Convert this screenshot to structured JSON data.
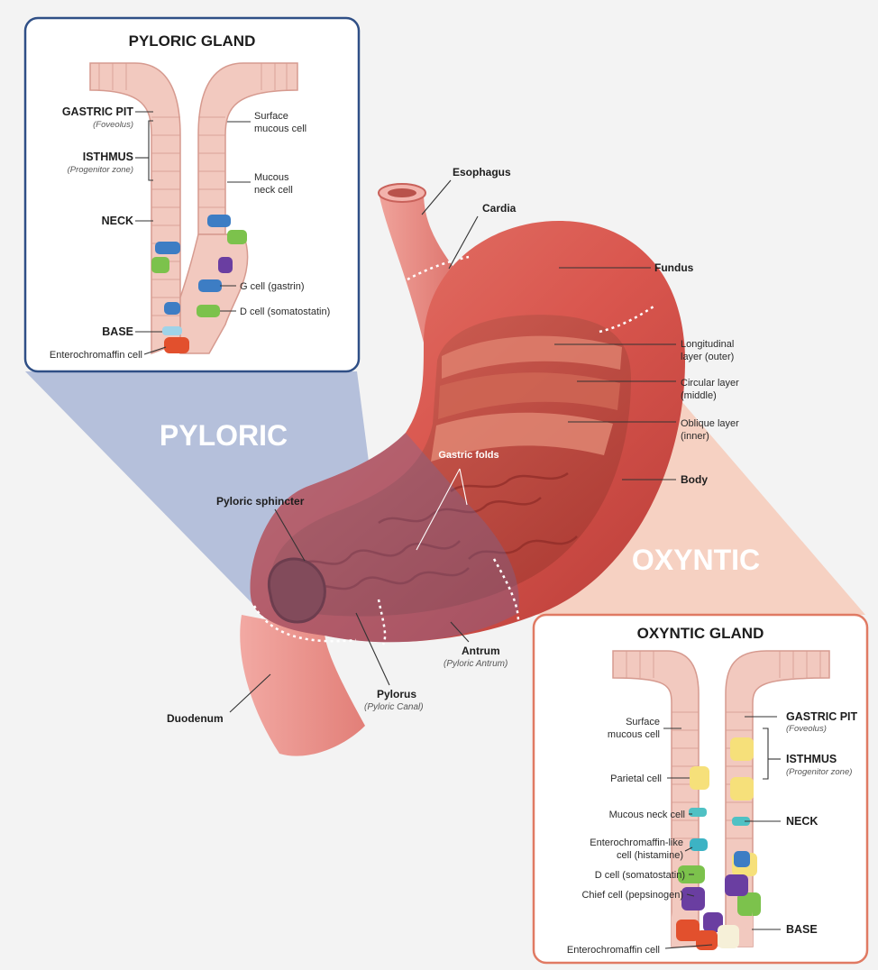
{
  "pyloric_panel": {
    "title": "PYLORIC GLAND",
    "labels": {
      "gastric_pit": "GASTRIC PIT",
      "gastric_pit_sub": "(Foveolus)",
      "isthmus": "ISTHMUS",
      "isthmus_sub": "(Progenitor zone)",
      "neck": "NECK",
      "base": "BASE",
      "enterochromaffin": "Enterochromaffin cell",
      "surface_mucous_1": "Surface",
      "surface_mucous_2": "mucous cell",
      "mucous_neck_1": "Mucous",
      "mucous_neck_2": "neck cell",
      "g_cell": "G cell (gastrin)",
      "d_cell": "D cell (somatostatin)"
    }
  },
  "region_labels": {
    "pyloric": "PYLORIC",
    "oxyntic": "OXYNTIC"
  },
  "stomach_labels": {
    "esophagus": "Esophagus",
    "cardia": "Cardia",
    "fundus": "Fundus",
    "longitudinal_1": "Longitudinal",
    "longitudinal_2": "layer (outer)",
    "circular_1": "Circular layer",
    "circular_2": "(middle)",
    "oblique_1": "Oblique layer",
    "oblique_2": "(inner)",
    "body": "Body",
    "gastric_folds": "Gastric folds",
    "pyloric_sphincter": "Pyloric sphincter",
    "antrum": "Antrum",
    "antrum_sub": "(Pyloric Antrum)",
    "pylorus": "Pylorus",
    "pylorus_sub": "(Pyloric Canal)",
    "duodenum": "Duodenum"
  },
  "oxyntic_panel": {
    "title": "OXYNTIC GLAND",
    "labels": {
      "gastric_pit": "GASTRIC PIT",
      "gastric_pit_sub": "(Foveolus)",
      "isthmus": "ISTHMUS",
      "isthmus_sub": "(Progenitor zone)",
      "neck": "NECK",
      "base": "BASE",
      "surface_mucous_1": "Surface",
      "surface_mucous_2": "mucous cell",
      "parietal": "Parietal cell",
      "mucous_neck": "Mucous neck cell",
      "ecl_1": "Enterochromaffin-like",
      "ecl_2": "cell (histamine)",
      "d_cell": "D cell (somatostatin)",
      "chief": "Chief cell (pepsinogen)",
      "enterochromaffin": "Enterochromaffin cell"
    }
  },
  "colors": {
    "pyloric_accent": "#2f4f86",
    "oxyntic_accent": "#e07a63",
    "pyloric_wedge": "#a9b6d6",
    "oxyntic_wedge": "#f6cdbd",
    "stomach": "#d9564e",
    "mucosa": "#c3473f",
    "epithelium": "#f2c9bf"
  }
}
